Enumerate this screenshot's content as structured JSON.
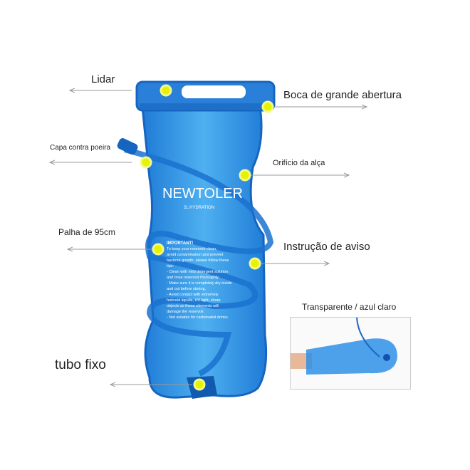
{
  "labels": {
    "handle": "Lidar",
    "wide_mouth": "Boca de grande abertura",
    "dust_cap": "Capa contra poeira",
    "handle_hole": "Orifício da alça",
    "straw": "Palha de 95cm",
    "warning": "Instrução de aviso",
    "fixed_tube": "tubo fixo",
    "inset": "Transparente / azul claro"
  },
  "bag": {
    "brand": "NEWTOLER",
    "subtitle": "2L HYDRATION",
    "notice_title": "IMPORTANT!",
    "notice_lines": [
      "To keep your reservoir clean,",
      "avoid contamination and prevent",
      "bacteria growth, please follow these",
      "tips:",
      "- Clean with mild detergent solution",
      "and rinse reservoir thoroughly.",
      "- Make sure it is completely dry inside",
      "and out before storing.",
      "- Avoid contact with extremely",
      "hot/cold liquids, UV light, sharp",
      "objects as these elements will",
      "damage the reservoir.",
      "- Not suitable for carbonated drinks."
    ]
  },
  "colors": {
    "bag": "#2f8fe0",
    "dot": "#e6f200",
    "arrow": "#999999"
  }
}
